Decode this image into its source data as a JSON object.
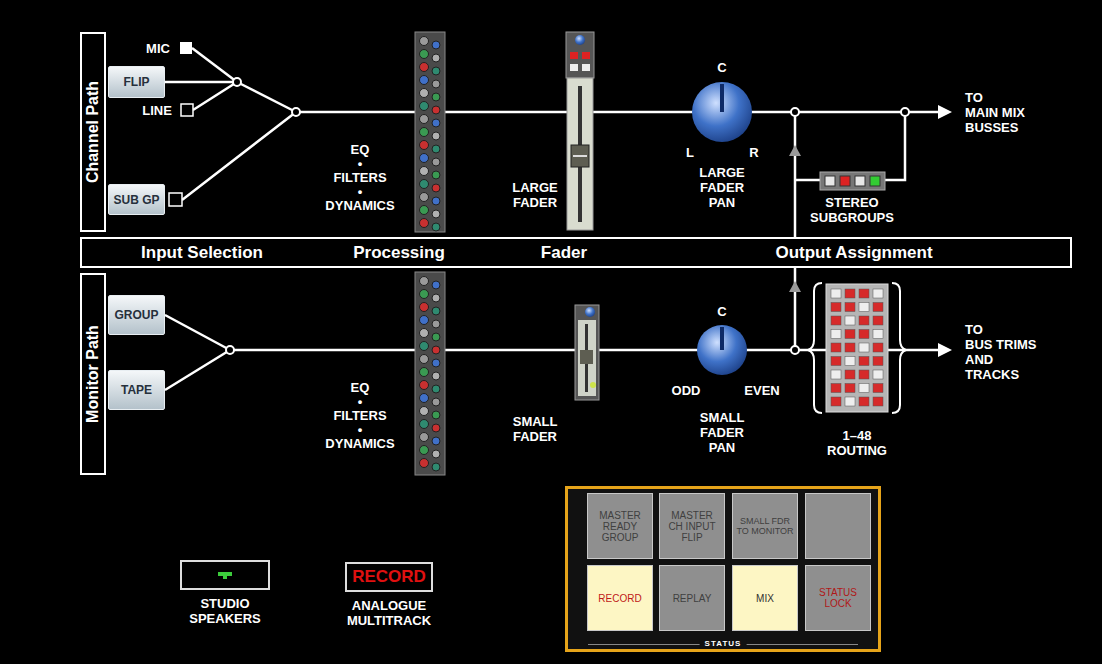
{
  "diagram": {
    "nodes": [
      {
        "text": [
          "Channel Path"
        ]
      },
      {
        "text": [
          "FLIP"
        ]
      },
      {
        "text": [
          "SUB GP"
        ]
      },
      {
        "text": [
          "Input Selection",
          "Processing",
          "Fader",
          "Output Assignment"
        ]
      },
      {
        "text": [
          "Monitor Path"
        ]
      },
      {
        "text": [
          "GROUP"
        ]
      },
      {
        "text": [
          "TAPE"
        ]
      },
      {
        "text": [
          "STUDIO SPEAKERS"
        ]
      },
      {
        "text": [
          "RECORD",
          "ANALOGUE MULTITRACK"
        ]
      },
      {
        "text": [
          "STATUS"
        ]
      },
      {
        "text": [
          "MASTER READY GROUP"
        ],
        "in": 9
      },
      {
        "text": [
          "MASTER CH INPUT FLIP"
        ],
        "in": 9
      },
      {
        "text": [
          "SMALL FDR TO MONITOR"
        ],
        "in": 9
      },
      {
        "text": [
          "RECORD"
        ],
        "in": 9
      },
      {
        "text": [
          "REPLAY"
        ],
        "in": 9
      },
      {
        "text": [
          "MIX"
        ],
        "in": 9
      },
      {
        "text": [
          "STATUS LOCK"
        ],
        "in": 9
      }
    ],
    "labels": [
      "MIC",
      "LINE",
      "EQ",
      "•",
      "FILTERS",
      "•",
      "DYNAMICS",
      "LARGE FADER",
      "C",
      "L",
      "R",
      "LARGE FADER PAN",
      "TO",
      "MAIN MIX",
      "BUSSES",
      "STEREO SUBGROUPS",
      "EQ",
      "•",
      "FILTERS",
      "•",
      "DYNAMICS",
      "SMALL FADER",
      "C",
      "ODD",
      "EVEN",
      "SMALL FADER PAN",
      "1–48 ROUTING",
      "TO",
      "BUS TRIMS",
      "AND",
      "TRACKS"
    ]
  }
}
